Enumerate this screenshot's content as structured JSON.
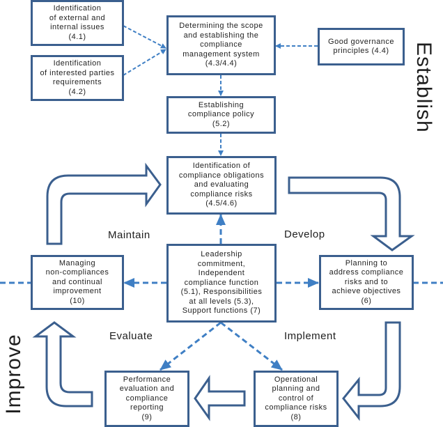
{
  "colors": {
    "box_border": "#3b5f8e",
    "dashed_arrow": "#3f7fc4",
    "cycle_arrow": "#3b5f8e"
  },
  "boxes": {
    "external_internal_issues": "Identification\nof external and\ninternal issues\n(4.1)",
    "interested_parties": "Identification\nof interested parties\nrequirements\n(4.2)",
    "scope": "Determining the scope\nand establishing the\ncompliance\nmanagement system\n(4.3/4.4)",
    "governance": "Good governance\nprinciples (4.4)",
    "policy": "Establishing\ncompliance policy\n(5.2)",
    "obligations": "Identification of\ncompliance obligations\nand evaluating\ncompliance risks\n(4.5/4.6)",
    "leadership": "Leadership\ncommitment,\nIndependent\ncompliance function\n(5.1), Responsibilities\nat all levels (5.3),\nSupport functions (7)",
    "nonconformities": "Managing\nnon-compliances\nand continual\nimprovement\n(10)",
    "planning": "Planning to\naddress compliance\nrisks and to\nachieve objectives\n(6)",
    "performance": "Performance\nevaluation and\ncompliance\nreporting\n(9)",
    "operational": "Operational\nplanning and\ncontrol of\ncompliance risks\n(8)"
  },
  "phases": {
    "maintain": "Maintain",
    "develop": "Develop",
    "evaluate": "Evaluate",
    "implement": "Implement"
  },
  "sections": {
    "establish": "Establish",
    "improve": "Improve"
  }
}
